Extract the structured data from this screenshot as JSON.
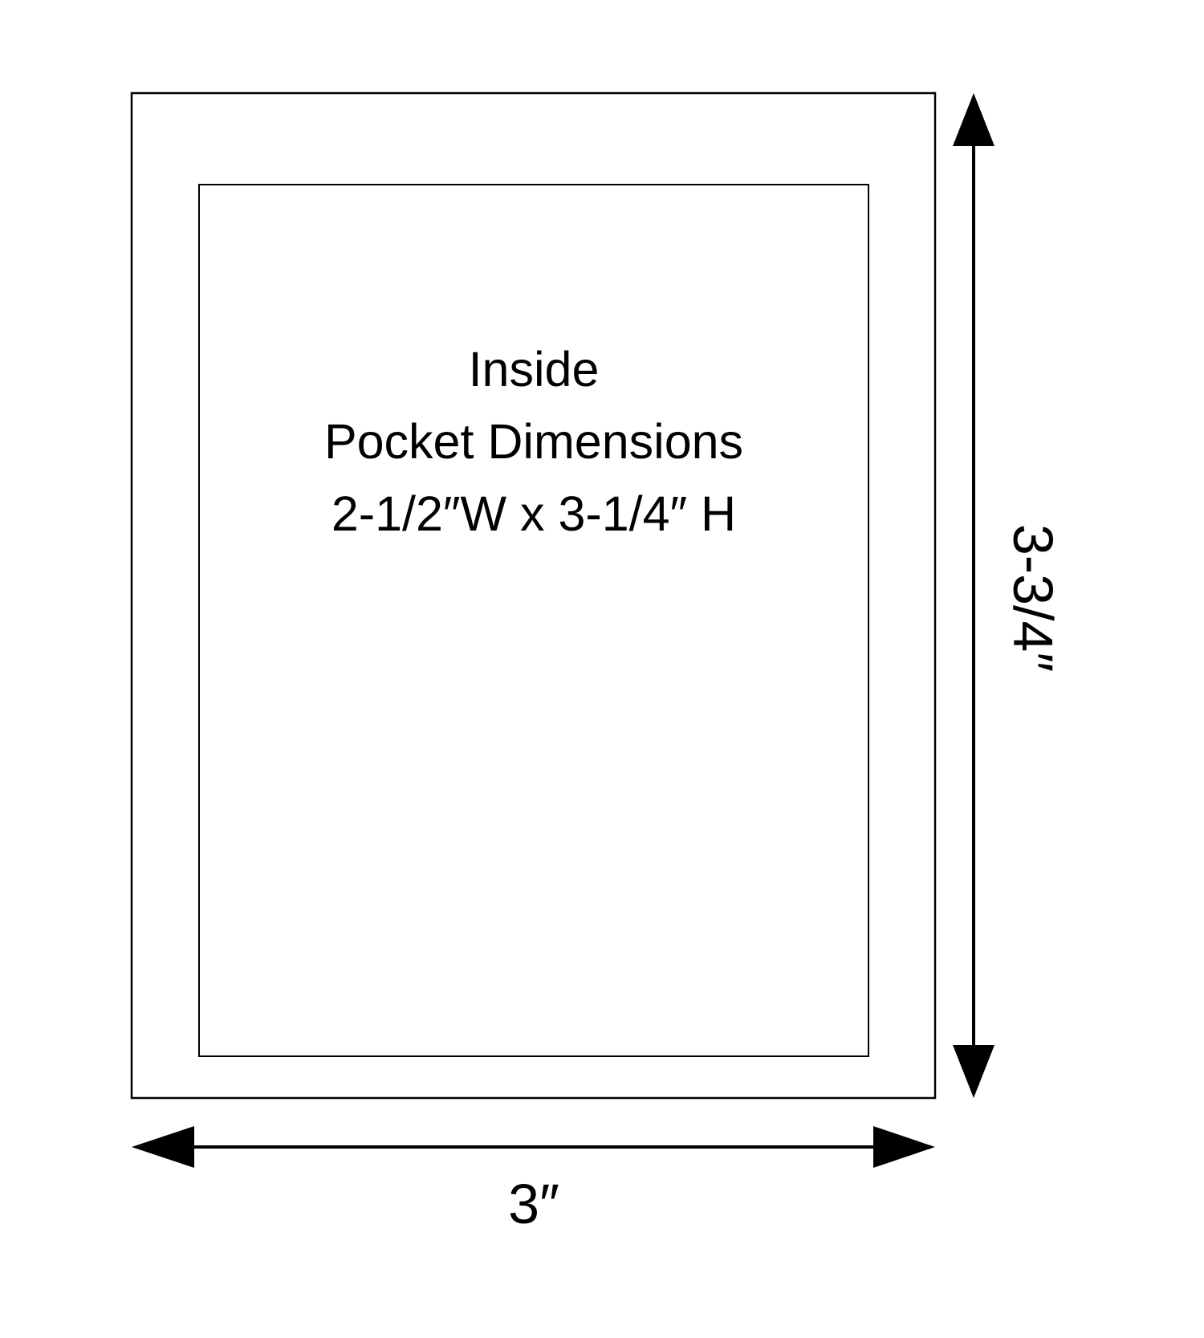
{
  "diagram": {
    "inner_text": {
      "line1": "Inside",
      "line2": "Pocket Dimensions",
      "line3": "2-1/2″W x 3-1/4″ H"
    },
    "width_label": "3″",
    "height_label": "3-3/4″",
    "stroke_color": "#000000"
  }
}
